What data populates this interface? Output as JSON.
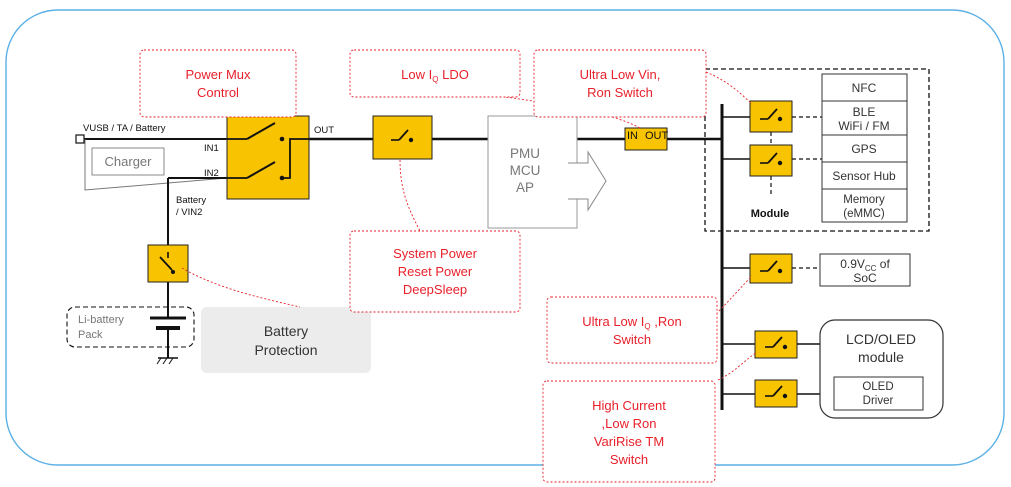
{
  "callouts": {
    "power_mux": [
      "Power Mux",
      "Control"
    ],
    "low_iq_ldo": {
      "a": "Low I",
      "sub": "Q",
      "b": " LDO"
    },
    "ultra_low_vin": [
      "Ultra Low Vin,",
      "Ron Switch"
    ],
    "system_power": [
      "System Power",
      "Reset Power",
      "DeepSleep"
    ],
    "ultra_low_iq_ron": {
      "a": "Ultra Low I",
      "sub": "Q",
      "b": " ,Ron",
      "line2": "Switch"
    },
    "high_current": [
      ",Low Ron",
      "VariRise TM",
      "Switch"
    ],
    "high_current_title": "High Current"
  },
  "input": {
    "source": "VUSB / TA / Battery",
    "charger": "Charger",
    "in1": "IN1",
    "in2": "IN2",
    "out": "OUT",
    "battery_vin2": [
      "Battery",
      "/ VIN2"
    ]
  },
  "battery": {
    "pack": [
      "Li-battery",
      "Pack"
    ],
    "protection": [
      "Battery",
      "Protection"
    ]
  },
  "pmu": [
    "PMU",
    "MCU",
    "AP"
  ],
  "ldo_switch": {
    "in": "IN",
    "out": "OUT"
  },
  "module": {
    "title": "Module",
    "items": [
      {
        "lines": [
          "NFC"
        ]
      },
      {
        "lines": [
          "BLE",
          "WiFi / FM"
        ]
      },
      {
        "lines": [
          "GPS"
        ]
      },
      {
        "lines": [
          "Sensor Hub"
        ]
      },
      {
        "lines": [
          "Memory",
          "(eMMC)"
        ]
      }
    ]
  },
  "soc": {
    "a": "0.9V",
    "sub": "CC",
    "b": " of",
    "line2": "SoC"
  },
  "lcd": {
    "title": [
      "LCD/OLED",
      "module"
    ],
    "driver": [
      "OLED",
      "Driver"
    ]
  },
  "colors": {
    "switch_fill": "#f8c300",
    "callout_text": "#e8212b",
    "frame": "#5bb0e6",
    "wire": "#111111"
  }
}
